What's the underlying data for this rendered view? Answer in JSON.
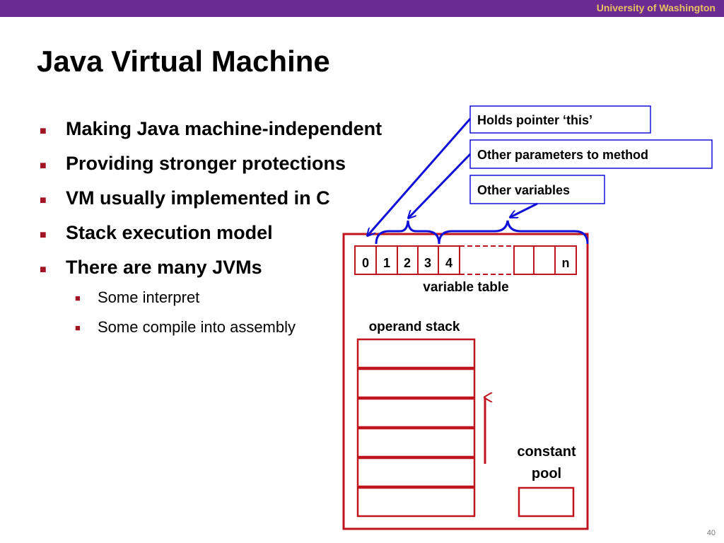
{
  "header": {
    "university": "University of Washington",
    "bar_color": "#6a2c91",
    "text_color": "#e8c064"
  },
  "slide": {
    "title": "Java Virtual Machine",
    "bullets": [
      "Making Java machine-independent",
      "Providing stronger protections",
      "VM usually implemented in C",
      "Stack execution model",
      "There are many JVMs"
    ],
    "sub_bullets": [
      "Some interpret",
      "Some compile into assembly"
    ],
    "page_number": "40"
  },
  "diagram": {
    "callouts": [
      "Holds pointer ‘this’",
      "Other parameters to method",
      "Other variables"
    ],
    "variable_cells": [
      "0",
      "1",
      "2",
      "3",
      "4",
      "n"
    ],
    "variable_table_label": "variable table",
    "operand_stack_label": "operand stack",
    "constant_pool_label_1": "constant",
    "constant_pool_label_2": "pool",
    "frame_color": "#c0141e",
    "arrow_color": "#1010d8"
  }
}
